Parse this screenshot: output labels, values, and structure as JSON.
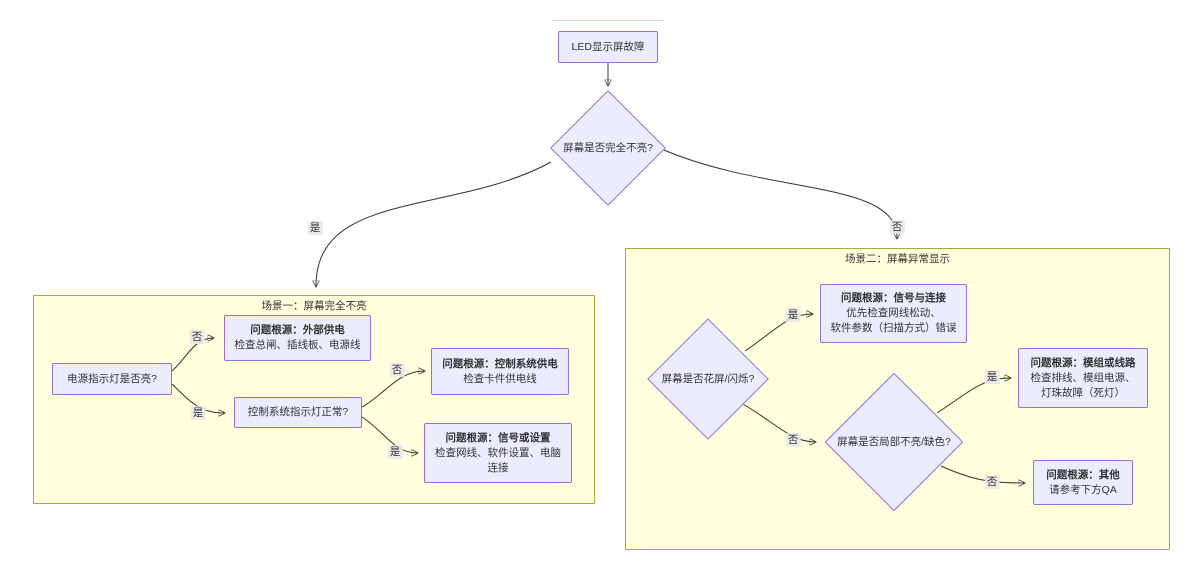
{
  "diagram": {
    "root_label": "LED显示屏故障",
    "main_decision": "屏幕是否完全不亮?",
    "labels": {
      "yes": "是",
      "no": "否"
    },
    "scene1": {
      "title": "场景一：屏幕完全不亮",
      "power_question": "电源指示灯是否亮?",
      "control_question": "控制系统指示灯正常?",
      "external_power": {
        "title": "问题根源：外部供电",
        "desc": "检查总闸、插线板、电源线"
      },
      "control_power": {
        "title": "问题根源：控制系统供电",
        "desc": "检查卡件供电线"
      },
      "signal_settings": {
        "title": "问题根源：信号或设置",
        "desc": "检查网线、软件设置、电脑\n连接"
      }
    },
    "scene2": {
      "title": "场景二：屏幕异常显示",
      "flicker_question": "屏幕是否花屏/闪烁?",
      "partial_question": "屏幕是否局部不亮/缺色?",
      "signal_connection": {
        "title": "问题根源：信号与连接",
        "desc": "优先检查网线松动、\n软件参数（扫描方式）错误"
      },
      "module_circuit": {
        "title": "问题根源：模组或线路",
        "desc": "检查排线、模组电源、\n灯珠故障（死灯）"
      },
      "other": {
        "title": "问题根源：其他",
        "desc": "请参考下方QA"
      }
    },
    "colors": {
      "node_fill": "#ECECFF",
      "node_border": "#9370DB",
      "cluster_fill": "#FFFFDE",
      "cluster_border": "#AAAA33",
      "edge": "#333333",
      "edge_label_bg": "#E8E8E8"
    }
  }
}
